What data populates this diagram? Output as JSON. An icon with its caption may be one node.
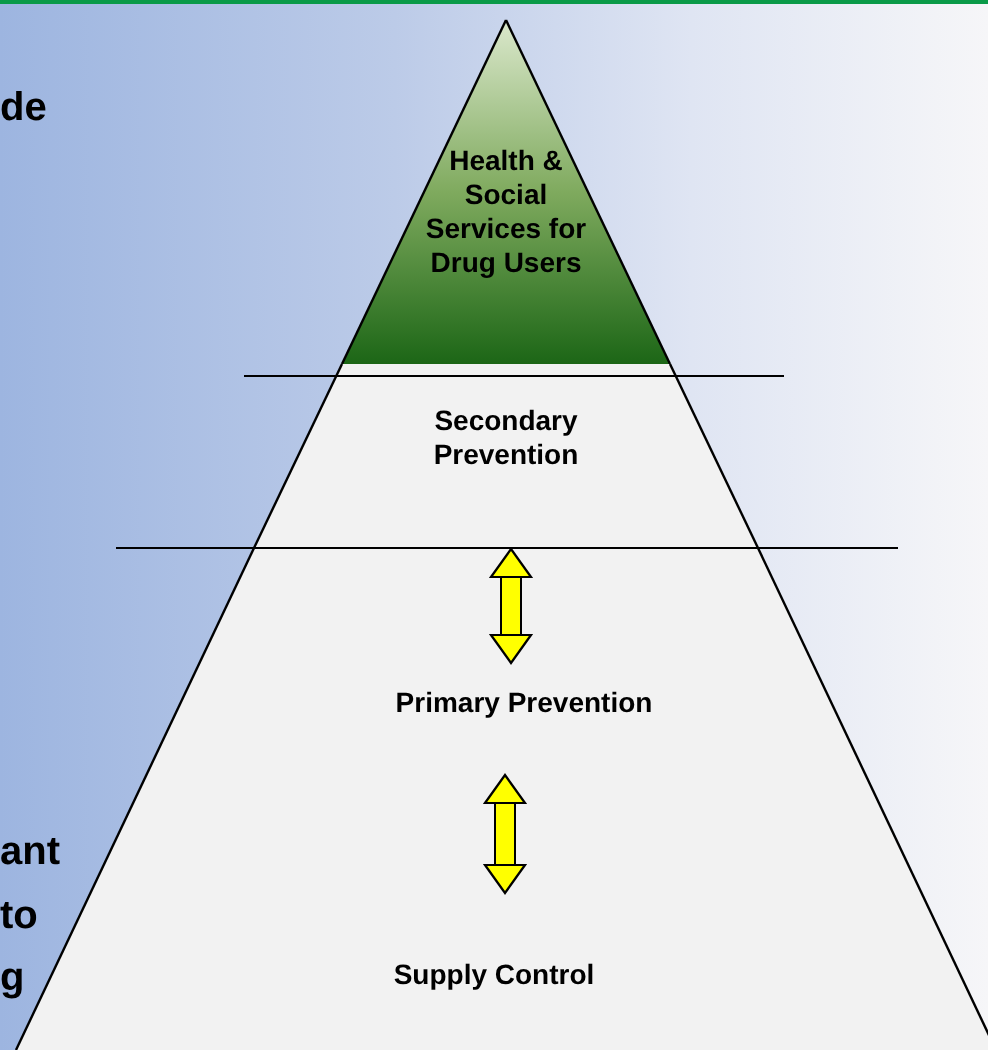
{
  "diagram": {
    "nodes": [
      {
        "text": [
          "Health & Social Services for Drug Users"
        ]
      },
      {
        "text": [
          "Secondary Prevention"
        ]
      },
      {
        "text": [],
        "shape": "trapezoid"
      },
      {
        "text": [
          "Primary Prevention"
        ],
        "in": 2
      },
      {
        "text": [
          "Supply Control"
        ],
        "in": 2
      }
    ],
    "edges": [
      {
        "from": 1,
        "to": 3,
        "arrow": "both"
      },
      {
        "from": 3,
        "to": 4,
        "arrow": "both"
      }
    ],
    "labels": [
      "de",
      "ant",
      "to",
      "g"
    ]
  }
}
